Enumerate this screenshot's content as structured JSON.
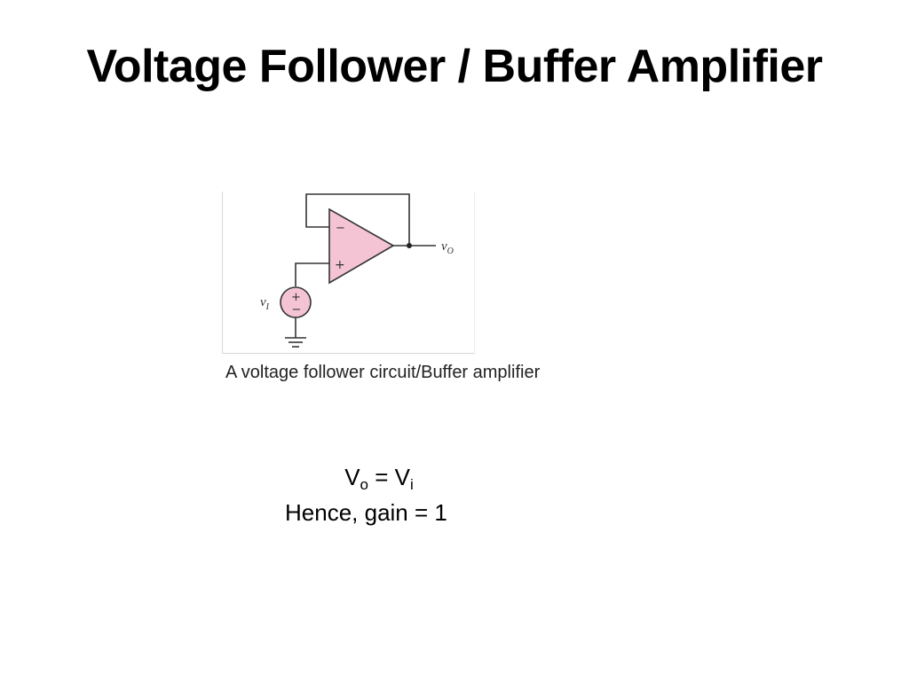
{
  "slide": {
    "title": "Voltage Follower / Buffer Amplifier"
  },
  "diagram": {
    "caption": "A voltage follower circuit/Buffer amplifier",
    "output_label_main": "v",
    "output_label_sub": "O",
    "input_label_main": "v",
    "input_label_sub": "I",
    "inverting_sign": "−",
    "noninverting_sign": "+",
    "source_plus": "+",
    "source_minus": "−",
    "component_fill": "#f4c4d4",
    "wire_color": "#333333"
  },
  "equations": {
    "line1": {
      "lhs_base": "V",
      "lhs_sub": "o",
      "op": " = ",
      "rhs_base": "V",
      "rhs_sub": "i"
    },
    "line2": "Hence, gain = 1"
  }
}
